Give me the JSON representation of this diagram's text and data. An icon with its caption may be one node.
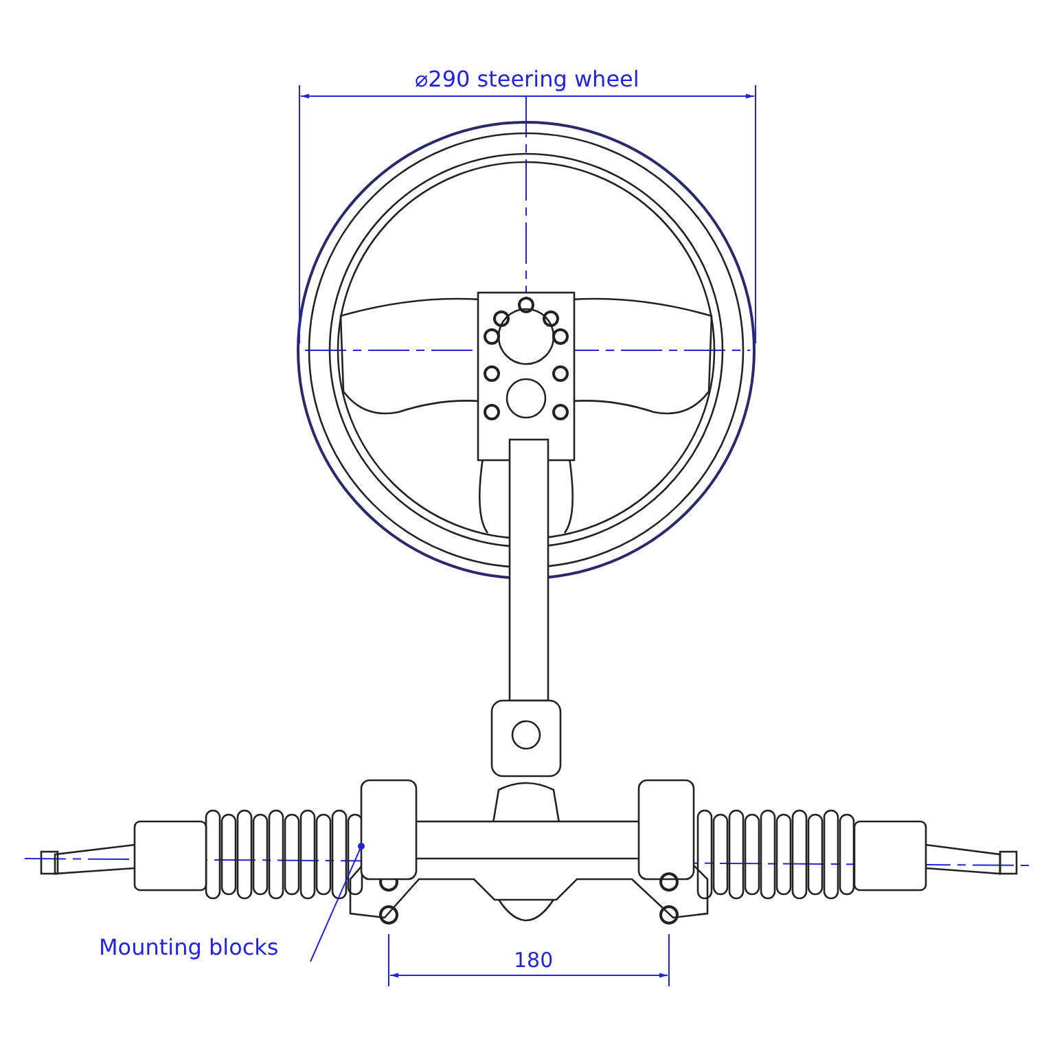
{
  "diagram": {
    "nodes": [
      {
        "text": [
          "Mounting blocks"
        ]
      },
      {
        "text": [],
        "shape": "box"
      }
    ],
    "edges": [
      {
        "from": 0,
        "to": 1,
        "arrow": "other"
      }
    ],
    "labels": [
      "⌀290 steering wheel",
      "180"
    ]
  }
}
